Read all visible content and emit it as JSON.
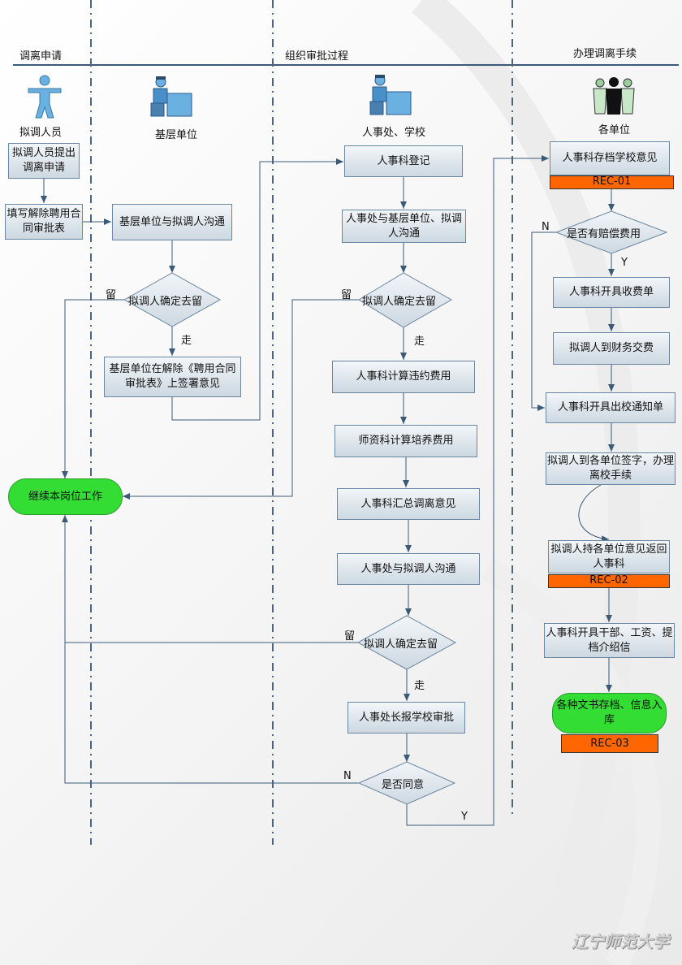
{
  "lanes": {
    "apply": "调离申请",
    "approval": "组织审批过程",
    "procedures": "办理调离手续"
  },
  "roles": {
    "applicant": "拟调人员",
    "unit": "基层单位",
    "hr": "人事处、学校",
    "all_units": "各单位"
  },
  "nodes": {
    "n1": "拟调人员提出调离申请",
    "n2": "填写解除聘用合同审批表",
    "n3": "基层单位与拟调人沟通",
    "d1": "拟调人确定去留",
    "n4": "基层单位在解除《聘用合同审批表》上签署意见",
    "continue": "继续本岗位工作",
    "h1": "人事科登记",
    "h2": "人事处与基层单位、拟调人沟通",
    "d2": "拟调人确定去留",
    "h3": "人事科计算违约费用",
    "h4": "师资科计算培养费用",
    "h5": "人事科汇总调离意见",
    "h6": "人事处与拟调人沟通",
    "d3": "拟调人确定去留",
    "h7": "人事处长报学校审批",
    "d4": "是否同意",
    "p1": "人事科存档学校意见",
    "d5": "是否有赔偿费用",
    "p2": "人事科开具收费单",
    "p3": "拟调人到财务交费",
    "p4": "人事科开具出校通知单",
    "p5": "拟调人到各单位签字，办理离校手续",
    "p6": "拟调人持各单位意见返回人事科",
    "p7": "人事科开具干部、工资、提档介绍信",
    "p8": "各种文书存档、信息入库"
  },
  "records": {
    "r1": "REC-01",
    "r2": "REC-02",
    "r3": "REC-03"
  },
  "edge_labels": {
    "stay": "留",
    "leave": "走",
    "yes": "Y",
    "no": "N"
  },
  "watermark": "辽宁师范大学",
  "colors": {
    "box_top": "#f2f6f9",
    "box_bottom": "#cdd8e1",
    "box_border": "#6a86a0",
    "terminal": "#33dd33",
    "record": "#ff6600",
    "line": "#3a5a78",
    "person": "#6ab0e0"
  },
  "icons": {
    "applicant": "standing-person-icon",
    "unit": "desk-worker-icon",
    "hr": "desk-worker-icon",
    "all_units": "group-people-icon"
  }
}
